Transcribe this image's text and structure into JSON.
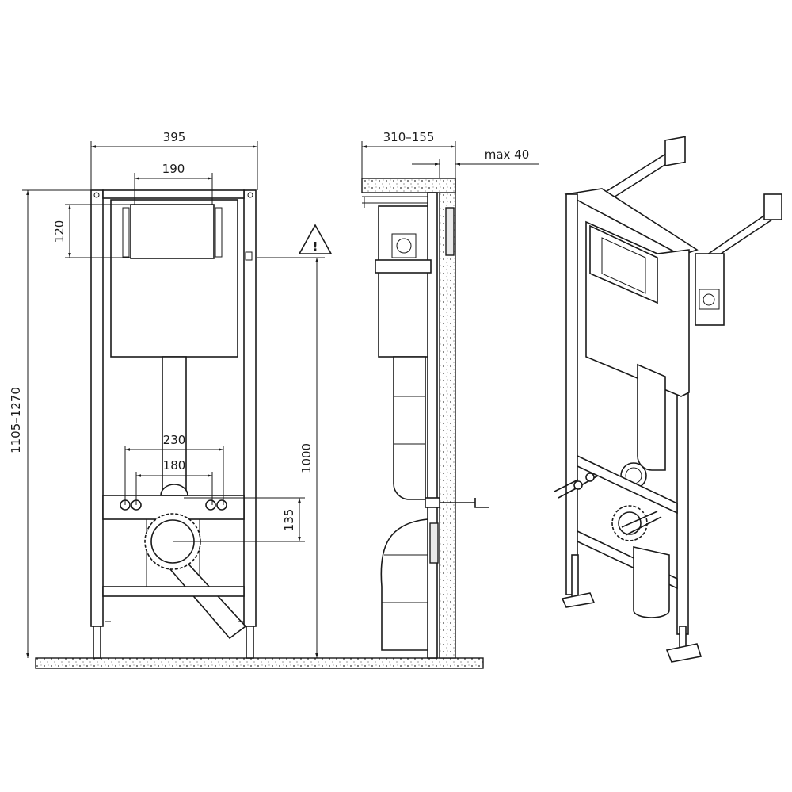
{
  "diagram": {
    "front_view": {
      "dimensions": {
        "overall_width": "395",
        "plate_width": "190",
        "plate_height": "120",
        "frame_height": "1105–1270",
        "outer_connection_spacing": "230",
        "inner_connection_spacing": "180",
        "outlet_offset": "135",
        "reference_height": "1000"
      },
      "warning_symbol": "!",
      "warning_icon": "warning-triangle-icon"
    },
    "side_view": {
      "dimensions": {
        "depth": "310–155",
        "max_wall_gap": "max 40"
      }
    },
    "perspective_view": {}
  }
}
